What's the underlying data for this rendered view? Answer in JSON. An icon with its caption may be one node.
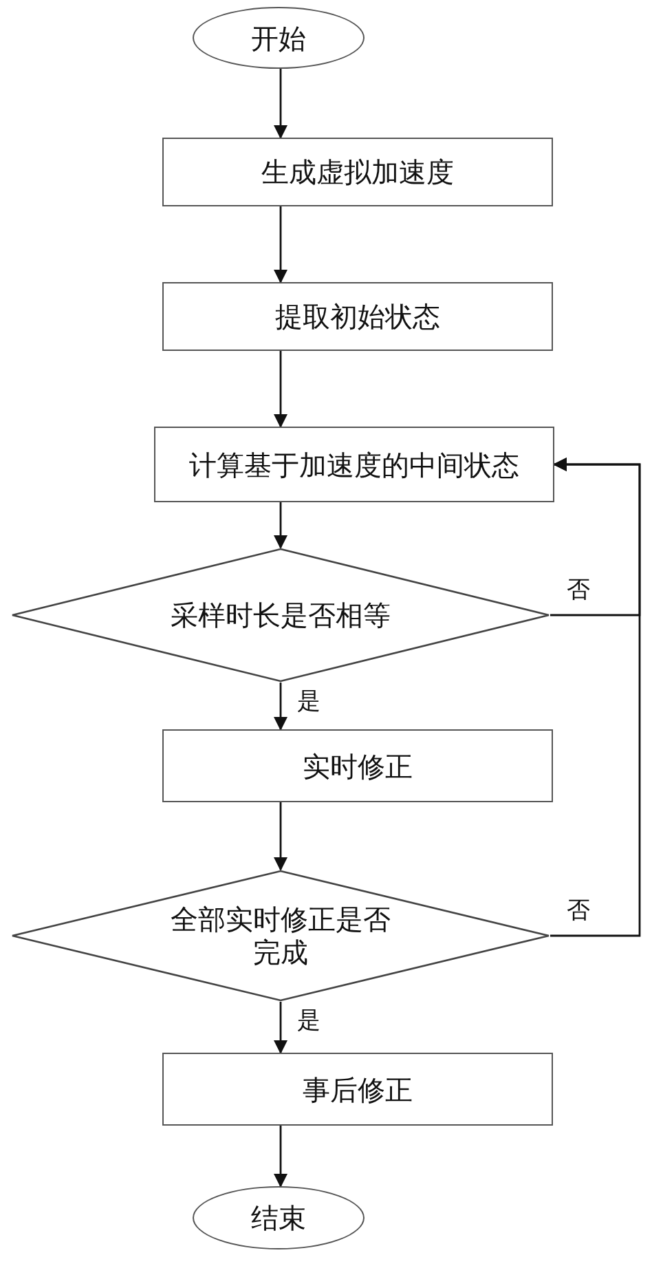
{
  "diagram": {
    "nodes": [
      {
        "text": [
          "开始"
        ]
      },
      {
        "text": [
          "生成虚拟加速度"
        ]
      },
      {
        "text": [
          "提取初始状态"
        ]
      },
      {
        "text": [
          "计算基于加速度的中间状态"
        ]
      },
      {
        "text": [
          "采样时长是否相等"
        ]
      },
      {
        "text": [
          "实时修正"
        ]
      },
      {
        "text": [
          "全部实时修正是否完成"
        ]
      },
      {
        "text": [
          "事后修正"
        ]
      },
      {
        "text": [
          "结束"
        ]
      }
    ],
    "edges": [
      {
        "from": 0,
        "to": 1,
        "arrow": "to"
      },
      {
        "from": 1,
        "to": 2,
        "arrow": "to"
      },
      {
        "from": 2,
        "to": 3,
        "arrow": "to"
      },
      {
        "from": 3,
        "to": 4,
        "arrow": "to"
      },
      {
        "from": 4,
        "to": 5,
        "arrow": "to",
        "label": "是"
      },
      {
        "from": 4,
        "to": 3,
        "arrow": "to",
        "label": "否"
      },
      {
        "from": 5,
        "to": 6,
        "arrow": "to"
      },
      {
        "from": 6,
        "to": 3,
        "arrow": "to",
        "label": "否"
      },
      {
        "from": 6,
        "to": 7,
        "arrow": "to",
        "label": "是"
      },
      {
        "from": 7,
        "to": 8,
        "arrow": "to"
      }
    ]
  }
}
